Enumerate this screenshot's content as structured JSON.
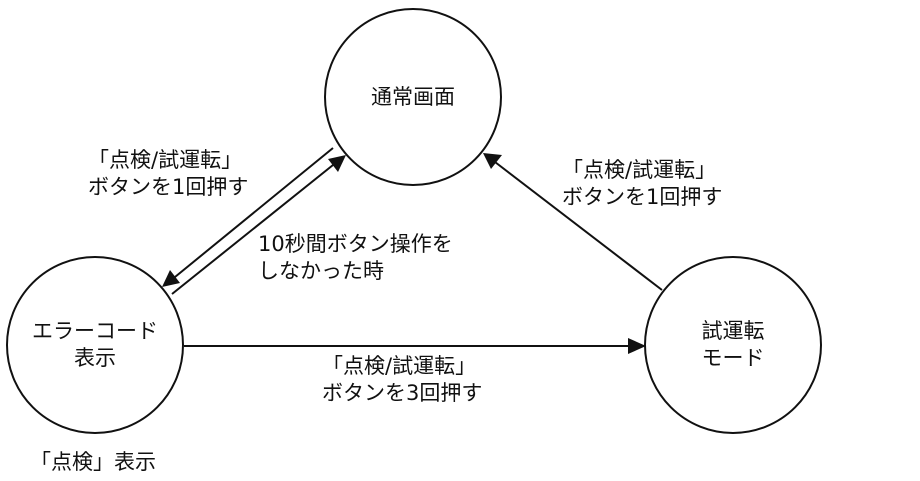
{
  "states": {
    "normal": {
      "label": "通常画面"
    },
    "error": {
      "line1": "エラーコード",
      "line2": "表示"
    },
    "trial": {
      "line1": "試運転",
      "line2": "モード"
    }
  },
  "transitions": {
    "normal_to_error": {
      "line1": "「点検/試運転」",
      "line2": "ボタンを1回押す"
    },
    "error_to_normal": {
      "line1": "10秒間ボタン操作を",
      "line2": "しなかった時"
    },
    "trial_to_normal": {
      "line1": "「点検/試運転」",
      "line2": "ボタンを1回押す"
    },
    "error_to_trial": {
      "line1": "「点検/試運転」",
      "line2": "ボタンを3回押す"
    }
  },
  "footnote": "「点検」表示"
}
